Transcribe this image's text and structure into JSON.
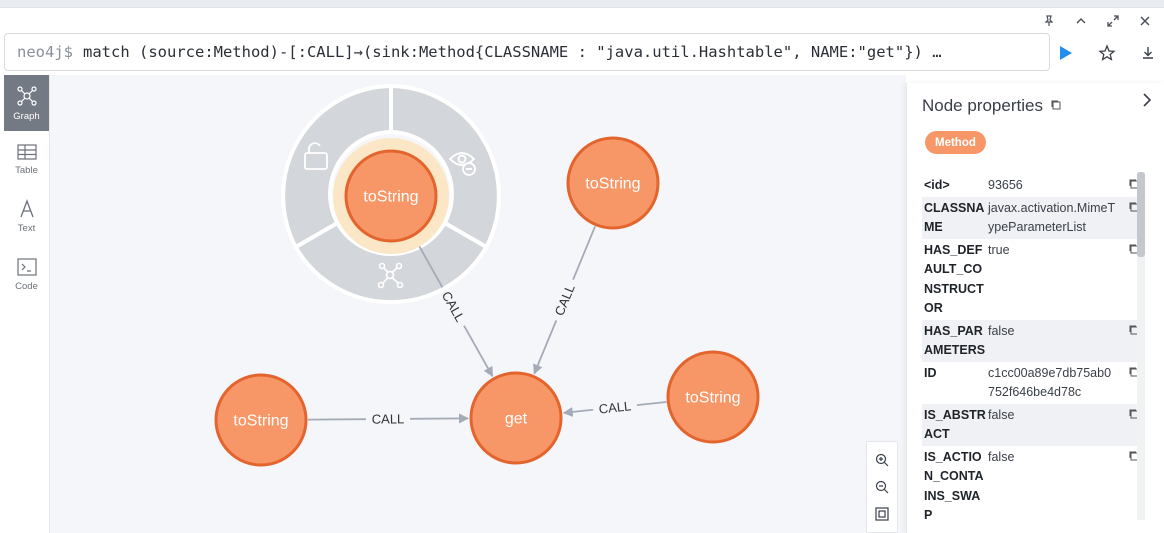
{
  "window_controls": [
    "pin",
    "collapse-up",
    "expand",
    "close"
  ],
  "editor": {
    "prompt": "neo4j$",
    "query": "match (source:Method)-[:CALL]→(sink:Method{CLASSNAME : \"java.util.Hashtable\", NAME:\"get\"}) …"
  },
  "nav": [
    {
      "label": "Graph",
      "icon": "graph-icon",
      "active": true
    },
    {
      "label": "Table",
      "icon": "table-icon",
      "active": false
    },
    {
      "label": "Text",
      "icon": "text-icon",
      "active": false
    },
    {
      "label": "Code",
      "icon": "code-icon",
      "active": false
    }
  ],
  "graph": {
    "node_color": "#f79767",
    "node_border": "#e4642d",
    "nodes": [
      {
        "id": "n1",
        "label": "toString",
        "selected": true
      },
      {
        "id": "n2",
        "label": "toString"
      },
      {
        "id": "n3",
        "label": "toString"
      },
      {
        "id": "n4",
        "label": "toString"
      },
      {
        "id": "n5",
        "label": "get"
      }
    ],
    "edges": [
      {
        "from": "n1",
        "to": "n5",
        "label": "CALL"
      },
      {
        "from": "n2",
        "to": "n5",
        "label": "CALL"
      },
      {
        "from": "n3",
        "to": "n5",
        "label": "CALL"
      },
      {
        "from": "n4",
        "to": "n5",
        "label": "CALL"
      }
    ],
    "radial_menu": [
      "unlock-icon",
      "hide-icon",
      "expand-icon"
    ]
  },
  "zoom_controls": [
    "zoom-in-icon",
    "zoom-out-icon",
    "fit-icon"
  ],
  "panel": {
    "title": "Node properties",
    "label_badge": "Method",
    "properties": [
      {
        "key": "<id>",
        "value": "93656"
      },
      {
        "key": "CLASSNAME",
        "value": "javax.activation.MimeTypeParameterList"
      },
      {
        "key": "HAS_DEFAULT_CONSTRUCTOR",
        "value": "true"
      },
      {
        "key": "HAS_PARAMETERS",
        "value": "false"
      },
      {
        "key": "ID",
        "value": "c1cc00a89e7db75ab0752f646be4d78c"
      },
      {
        "key": "IS_ABSTRACT",
        "value": "false"
      },
      {
        "key": "IS_ACTION_CONTAINS_SWAP",
        "value": "false"
      }
    ]
  }
}
